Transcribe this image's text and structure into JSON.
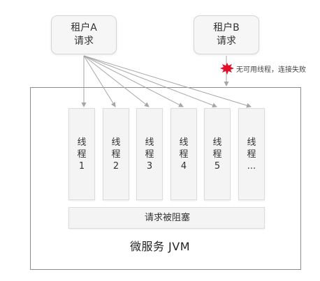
{
  "tenant_a": {
    "line1": "租户A",
    "line2": "请求"
  },
  "tenant_b": {
    "line1": "租户B",
    "line2": "请求"
  },
  "failure_note": "无可用线程，连接失败",
  "threads": [
    {
      "line1": "线",
      "line2": "程",
      "line3": "1"
    },
    {
      "line1": "线",
      "line2": "程",
      "line3": "2"
    },
    {
      "line1": "线",
      "line2": "程",
      "line3": "3"
    },
    {
      "line1": "线",
      "line2": "程",
      "line3": "4"
    },
    {
      "line1": "线",
      "line2": "程",
      "line3": "5"
    },
    {
      "line1": "线",
      "line2": "程",
      "line3": "..."
    }
  ],
  "blocked_label": "请求被阻塞",
  "jvm_title": "微服务 JVM",
  "colors": {
    "arrow": "#a6a6a6",
    "burst": "#e0102a",
    "box_fill": "#f4f4f4"
  },
  "icons": {
    "error": "red-burst-icon"
  }
}
